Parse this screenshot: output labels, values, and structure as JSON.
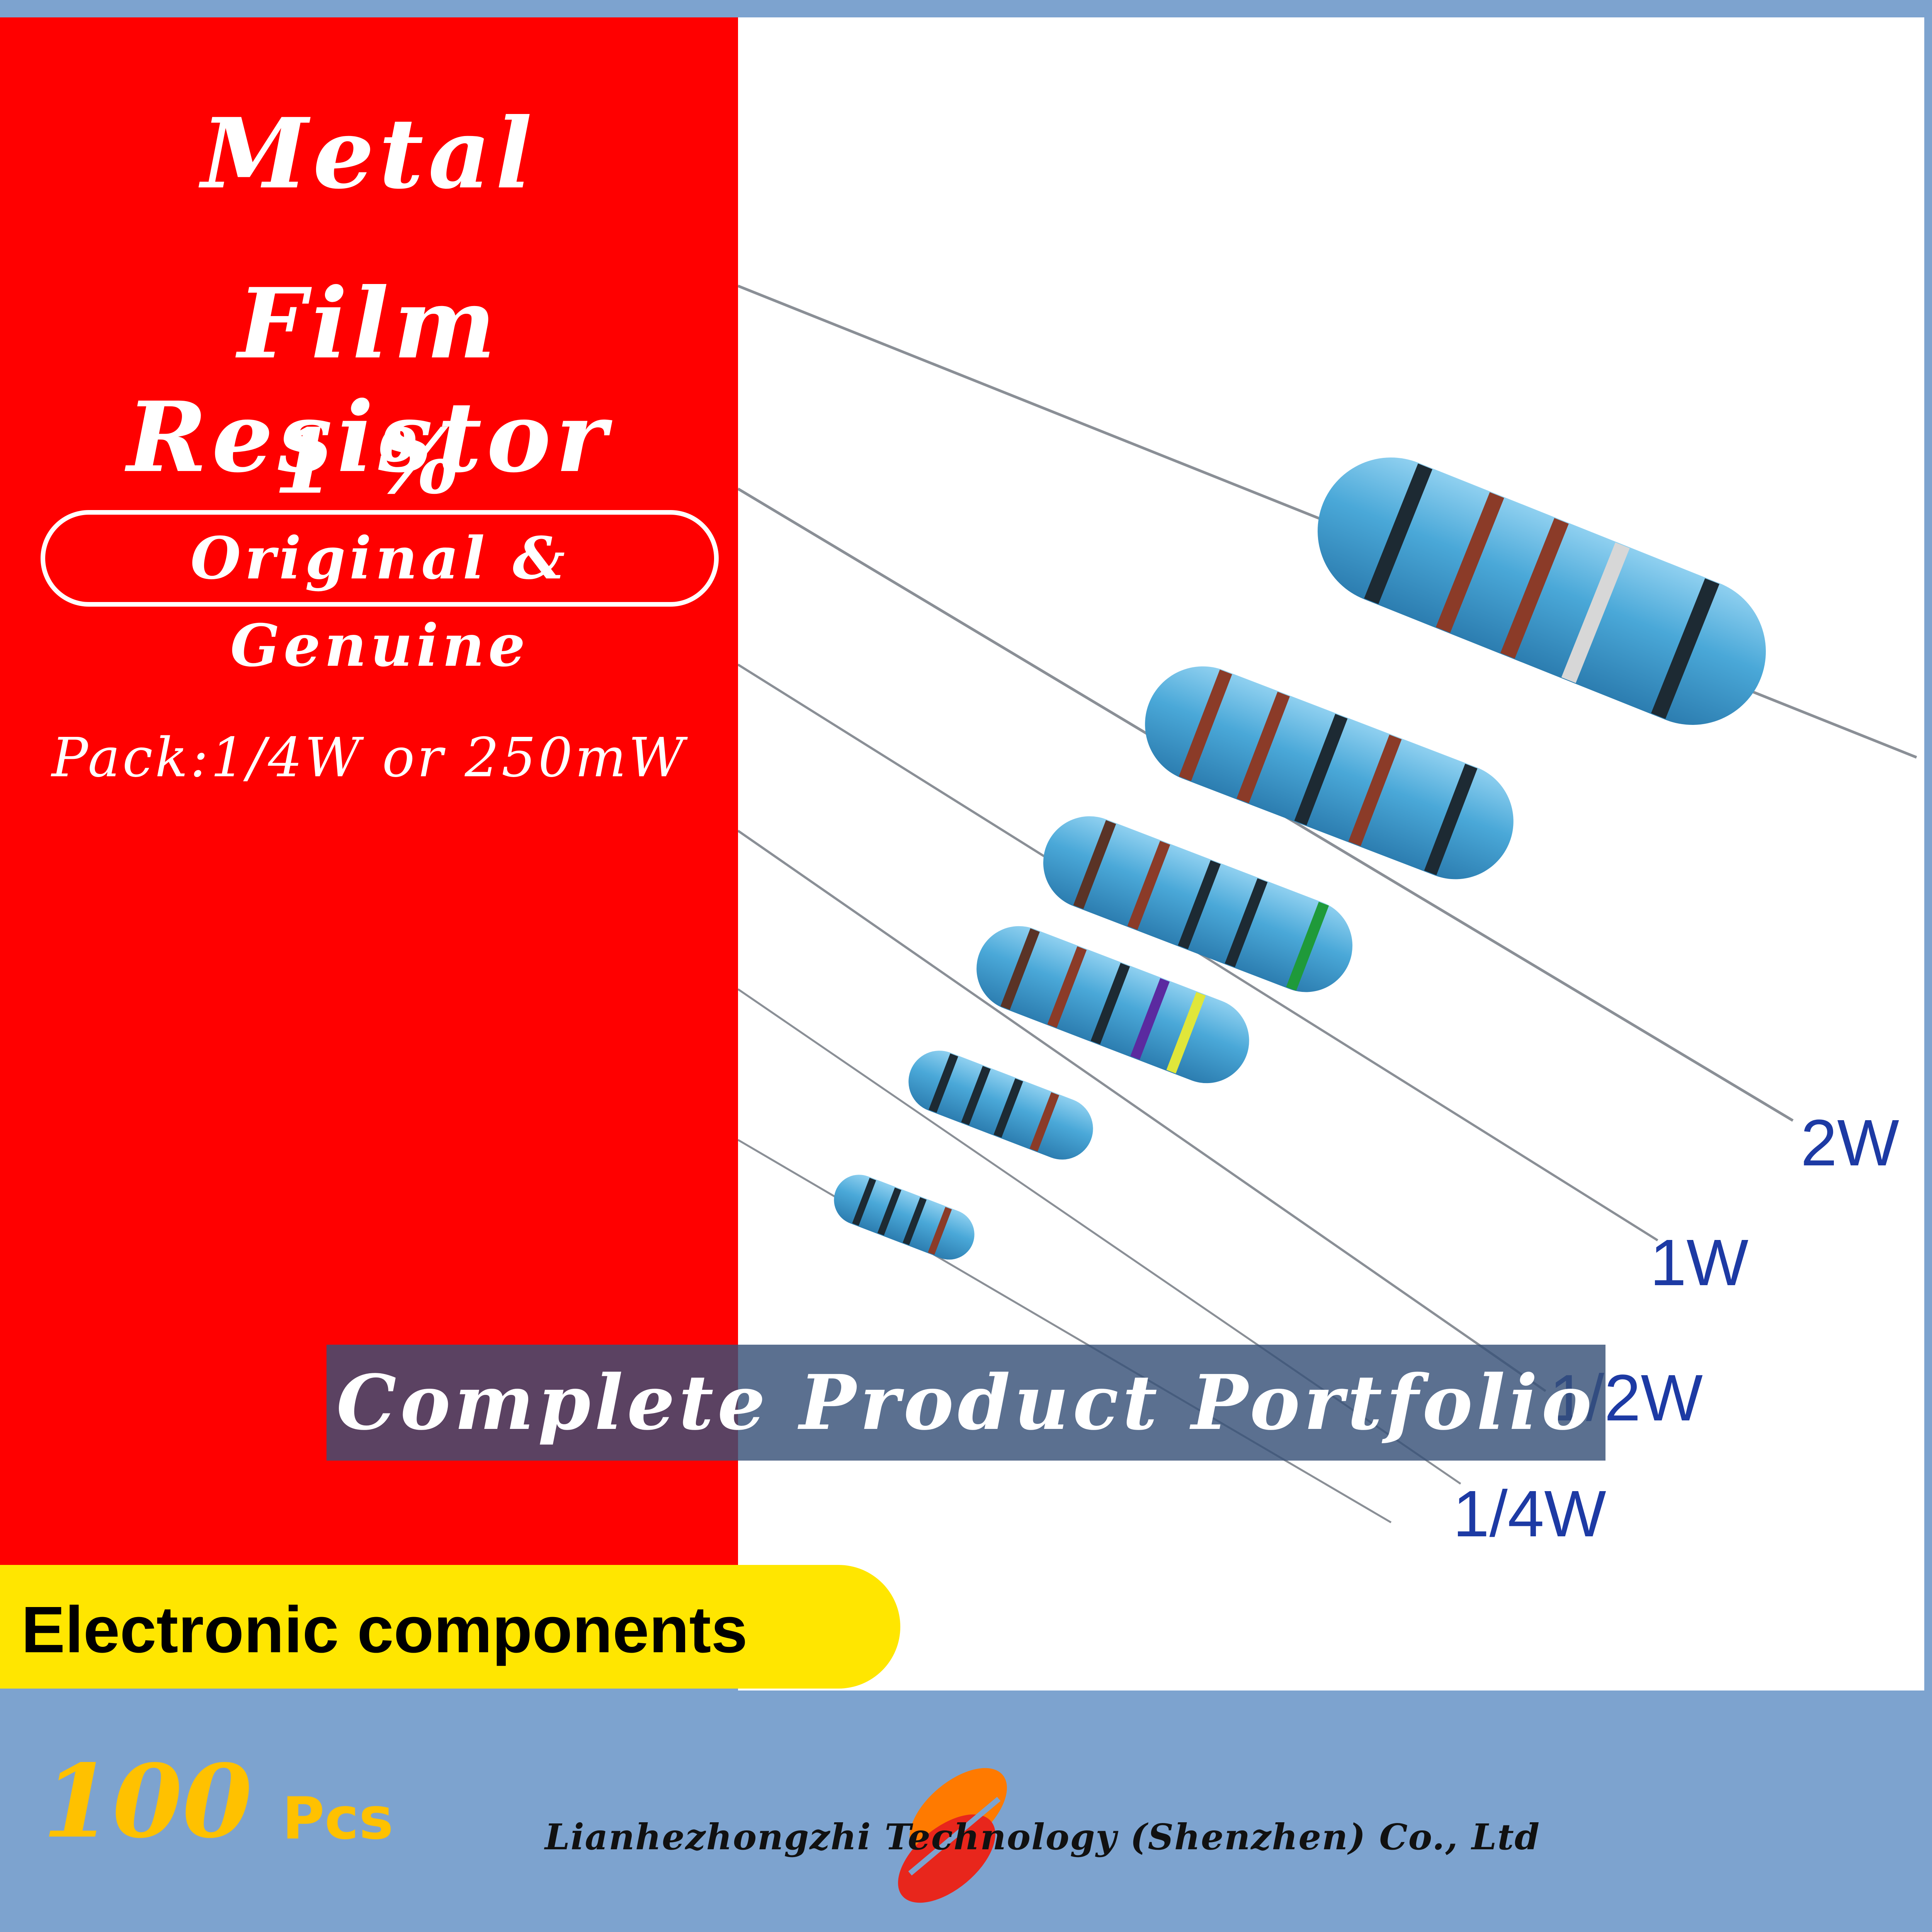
{
  "title": {
    "line1": "Metal",
    "line2": "Film Resistor",
    "line3": "1 %"
  },
  "badge": "Original & Genuine",
  "pack": "Pack:1/4W or 250mW",
  "ratings": [
    "2W",
    "1W",
    "1/2W",
    "1/4W"
  ],
  "portfolio": "Complete Product Portfolio",
  "category": "Electronic components",
  "quantity": {
    "number": "100",
    "unit": "Pcs"
  },
  "company": "Lianhezhongzhi Technology (Shenzhen) Co., Ltd",
  "colors": {
    "background": "#7da3cf",
    "red_panel": "#ff0000",
    "yellow_tab": "#ffe600",
    "quantity": "#ffc100",
    "resistor_body": "#59b4e0",
    "rating_text": "#1d3aa4"
  }
}
